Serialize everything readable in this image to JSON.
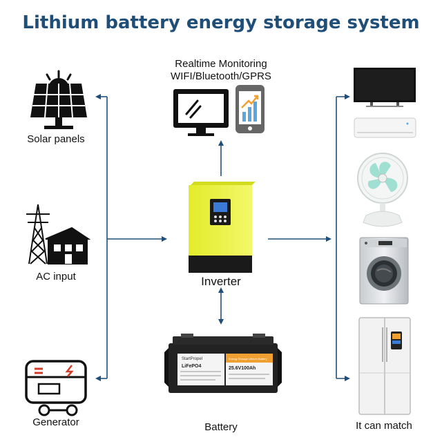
{
  "title": "Lithium battery energy storage system",
  "monitoring": {
    "line1": "Realtime Monitoring",
    "line2": "WIFI/Bluetooth/GPRS"
  },
  "sources": [
    {
      "label": "Solar panels",
      "icon": "solar-panel-icon"
    },
    {
      "label": "AC input",
      "icon": "power-tower-house-icon"
    },
    {
      "label": "Generator",
      "icon": "generator-icon"
    }
  ],
  "inverter": {
    "label": "Inverter"
  },
  "battery": {
    "label": "Battery",
    "brand": "StartPropel",
    "chem": "LiFePO4",
    "spec": "25.6V100Ah",
    "badge": "Energy Storage Lithium Battery"
  },
  "loads": {
    "label": "It can match",
    "items": [
      "tv-icon",
      "air-conditioner-icon",
      "fan-icon",
      "washing-machine-icon",
      "refrigerator-icon"
    ]
  },
  "colors": {
    "title": "#1f4e79",
    "arrow": "#1f4e79",
    "inverter_body": "#e9f23a",
    "battery_accent": "#f0a030"
  }
}
